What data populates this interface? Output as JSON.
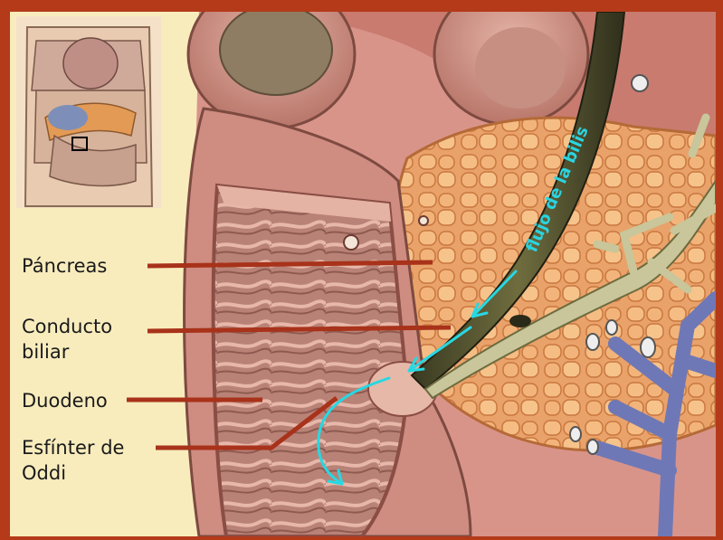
{
  "labels": {
    "pancreas": "Páncreas",
    "bile_duct_line1": "Conducto",
    "bile_duct_line2": "biliar",
    "duodenum": "Duodeno",
    "sphincter_line1": "Esfínter de",
    "sphincter_line2": "Oddi"
  },
  "annotation": {
    "bile_flow": "flujo de la bilis"
  },
  "colors": {
    "frame": "#b43a1a",
    "background": "#f8ecbd",
    "leader_line": "#a8321a",
    "flow_arrow": "#27d8e2",
    "flow_text": "#2ad4e0"
  },
  "inset": {
    "description_icon": "torso-locator-thumbnail"
  }
}
